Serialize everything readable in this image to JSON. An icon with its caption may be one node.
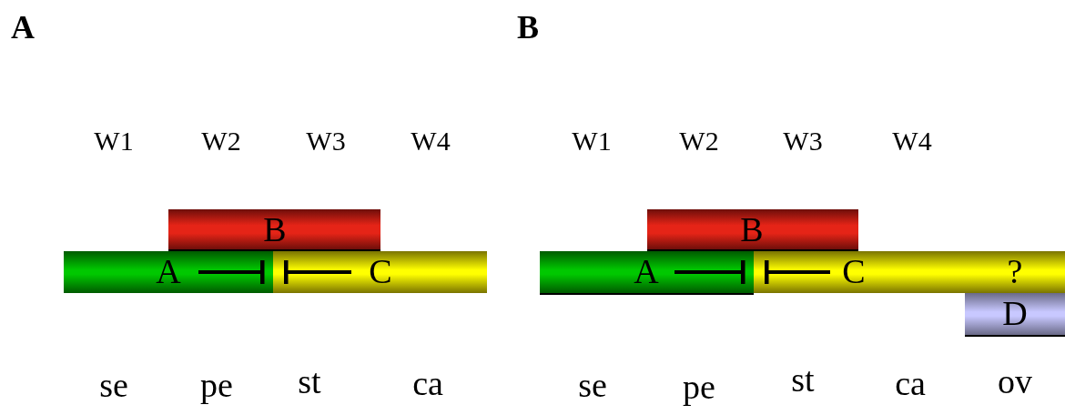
{
  "diagram": {
    "nodes": [
      {
        "text": [
          "B"
        ]
      },
      {
        "text": [
          "A"
        ]
      },
      {
        "text": [
          "C"
        ]
      },
      {
        "text": [
          "B"
        ]
      },
      {
        "text": [
          "A"
        ]
      },
      {
        "text": [
          "C",
          "?"
        ]
      },
      {
        "text": [
          "D"
        ]
      }
    ],
    "edges": [
      {
        "from": 1,
        "to": 2,
        "arrow": "other"
      },
      {
        "from": 2,
        "to": 1,
        "arrow": "other"
      },
      {
        "from": 4,
        "to": 5,
        "arrow": "other"
      },
      {
        "from": 5,
        "to": 4,
        "arrow": "other"
      }
    ],
    "labels": [
      "A",
      "B",
      "W1",
      "W2",
      "W3",
      "W4",
      "W1",
      "W2",
      "W3",
      "W4",
      "se",
      "pe",
      "st",
      "ca",
      "se",
      "pe",
      "st",
      "ca",
      "ov"
    ]
  }
}
